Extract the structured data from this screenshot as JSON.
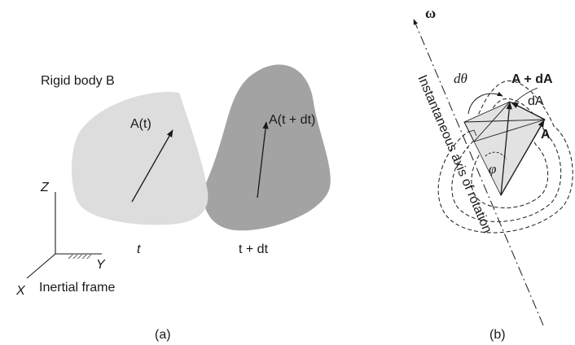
{
  "panel_a": {
    "body_label": "Rigid body B",
    "vector_t": "A(t)",
    "vector_t_dt": "A(t + dt)",
    "time_t": "t",
    "time_t_dt": "t + dt",
    "axis_z": "Z",
    "axis_y": "Y",
    "axis_x": "X",
    "frame_label": "Inertial frame",
    "caption": "(a)",
    "colors": {
      "body_t": "#dddddd",
      "body_t_dt": "#a3a3a3"
    }
  },
  "panel_b": {
    "omega": "ω",
    "dtheta": "dθ",
    "a_plus_da": "A + dA",
    "da": "dA",
    "a": "A",
    "phi": "φ",
    "axis_label": "Instantaneous axis of rotation",
    "caption": "(b)"
  }
}
